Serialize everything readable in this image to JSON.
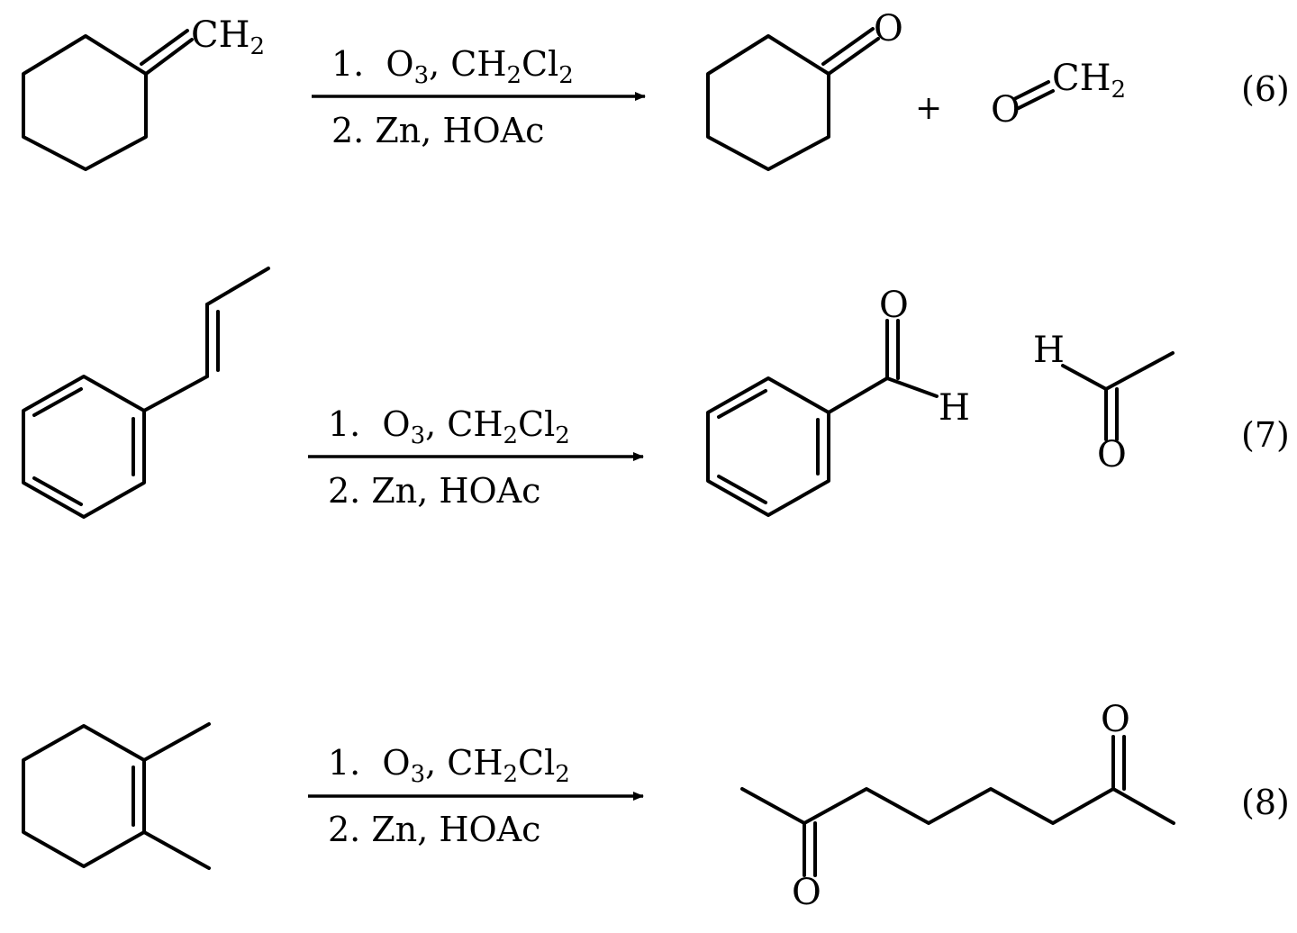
{
  "reactions": [
    {
      "number": "(6)",
      "reactant_label": "CH2",
      "step1": "1.  O3, CH2Cl2",
      "step2": "2.  Zn, HOAc",
      "products": [
        {
          "atoms": [
            "O"
          ]
        },
        {
          "plus": "+",
          "atoms": [
            "O",
            "CH2"
          ]
        }
      ]
    },
    {
      "number": "(7)",
      "step1": "1.  O3, CH2Cl2",
      "step2": "2.  Zn, HOAc",
      "products": [
        {
          "atoms": [
            "O",
            "H"
          ]
        },
        {
          "atoms": [
            "H",
            "O"
          ]
        }
      ]
    },
    {
      "number": "(8)",
      "step1": "1.  O3, CH2Cl2",
      "step2": "2.  Zn, HOAc",
      "products": [
        {
          "atoms": [
            "O",
            "O"
          ]
        }
      ]
    }
  ]
}
